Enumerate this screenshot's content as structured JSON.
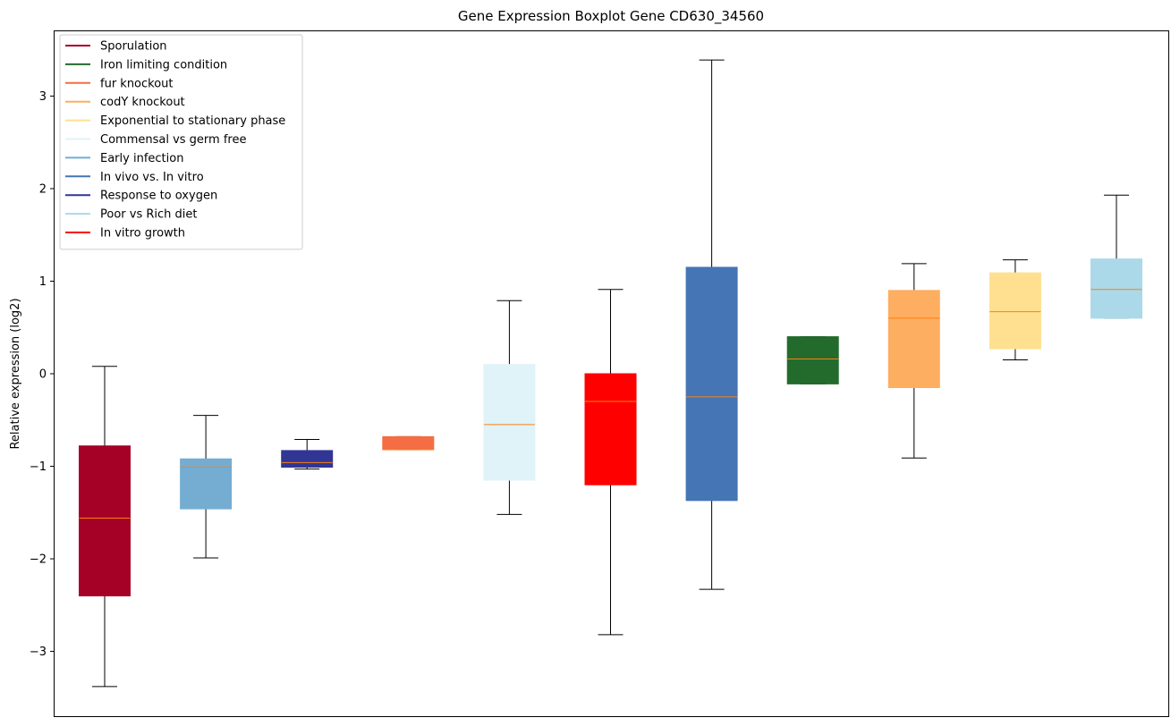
{
  "chart_data": {
    "type": "box",
    "title": "Gene Expression Boxplot Gene CD630_34560",
    "xlabel": "",
    "ylabel": "Relative expression (log2)",
    "ylim": [
      -3.7,
      3.7
    ],
    "yticks": [
      -3,
      -2,
      -1,
      0,
      1,
      2,
      3
    ],
    "ytick_labels": [
      "−3",
      "−2",
      "−1",
      "0",
      "1",
      "2",
      "3"
    ],
    "median_color": "#ff7f0e",
    "legend": {
      "placement": "top-left",
      "entries": [
        {
          "label": "Sporulation",
          "color": "#a50026"
        },
        {
          "label": "Iron limiting condition",
          "color": "#226b2c"
        },
        {
          "label": "fur knockout",
          "color": "#f46d43"
        },
        {
          "label": "codY knockout",
          "color": "#fdae61"
        },
        {
          "label": "Exponential to stationary phase",
          "color": "#fee090"
        },
        {
          "label": "Commensal vs germ free",
          "color": "#e0f3f8"
        },
        {
          "label": "Early infection",
          "color": "#74add1"
        },
        {
          "label": "In vivo vs. In vitro",
          "color": "#4575b4"
        },
        {
          "label": "Response to oxygen",
          "color": "#313695"
        },
        {
          "label": "Poor vs Rich diet",
          "color": "#abd9e9"
        },
        {
          "label": "In vitro growth",
          "color": "#ff0000"
        }
      ]
    },
    "boxes": [
      {
        "name": "Sporulation",
        "color": "#a50026",
        "whisker_low": -3.38,
        "q1": -2.4,
        "median": -1.56,
        "q3": -0.78,
        "whisker_high": 0.08
      },
      {
        "name": "Early infection",
        "color": "#74add1",
        "whisker_low": -1.99,
        "q1": -1.46,
        "median": -1.01,
        "q3": -0.92,
        "whisker_high": -0.45
      },
      {
        "name": "Response to oxygen",
        "color": "#313695",
        "whisker_low": -1.03,
        "q1": -1.01,
        "median": -0.96,
        "q3": -0.83,
        "whisker_high": -0.71
      },
      {
        "name": "fur knockout",
        "color": "#f46d43",
        "whisker_low": -0.82,
        "q1": -0.82,
        "median": -0.82,
        "q3": -0.68,
        "whisker_high": -0.68
      },
      {
        "name": "Commensal vs germ free",
        "color": "#e0f3f8",
        "whisker_low": -1.52,
        "q1": -1.15,
        "median": -0.55,
        "q3": 0.1,
        "whisker_high": 0.79
      },
      {
        "name": "In vitro growth",
        "color": "#ff0000",
        "whisker_low": -2.82,
        "q1": -1.2,
        "median": -0.3,
        "q3": 0.0,
        "whisker_high": 0.91
      },
      {
        "name": "In vivo vs. In vitro",
        "color": "#4575b4",
        "whisker_low": -2.33,
        "q1": -1.37,
        "median": -0.25,
        "q3": 1.15,
        "whisker_high": 3.39
      },
      {
        "name": "Iron limiting condition",
        "color": "#226b2c",
        "whisker_low": -0.11,
        "q1": -0.11,
        "median": 0.16,
        "q3": 0.4,
        "whisker_high": 0.4
      },
      {
        "name": "codY knockout",
        "color": "#fdae61",
        "whisker_low": -0.91,
        "q1": -0.15,
        "median": 0.6,
        "q3": 0.9,
        "whisker_high": 1.19
      },
      {
        "name": "Exponential to stationary phase",
        "color": "#fee090",
        "whisker_low": 0.15,
        "q1": 0.27,
        "median": 0.67,
        "q3": 1.09,
        "whisker_high": 1.23
      },
      {
        "name": "Poor vs Rich diet",
        "color": "#abd9e9",
        "whisker_low": 0.6,
        "q1": 0.6,
        "median": 0.91,
        "q3": 1.24,
        "whisker_high": 1.93
      }
    ]
  }
}
